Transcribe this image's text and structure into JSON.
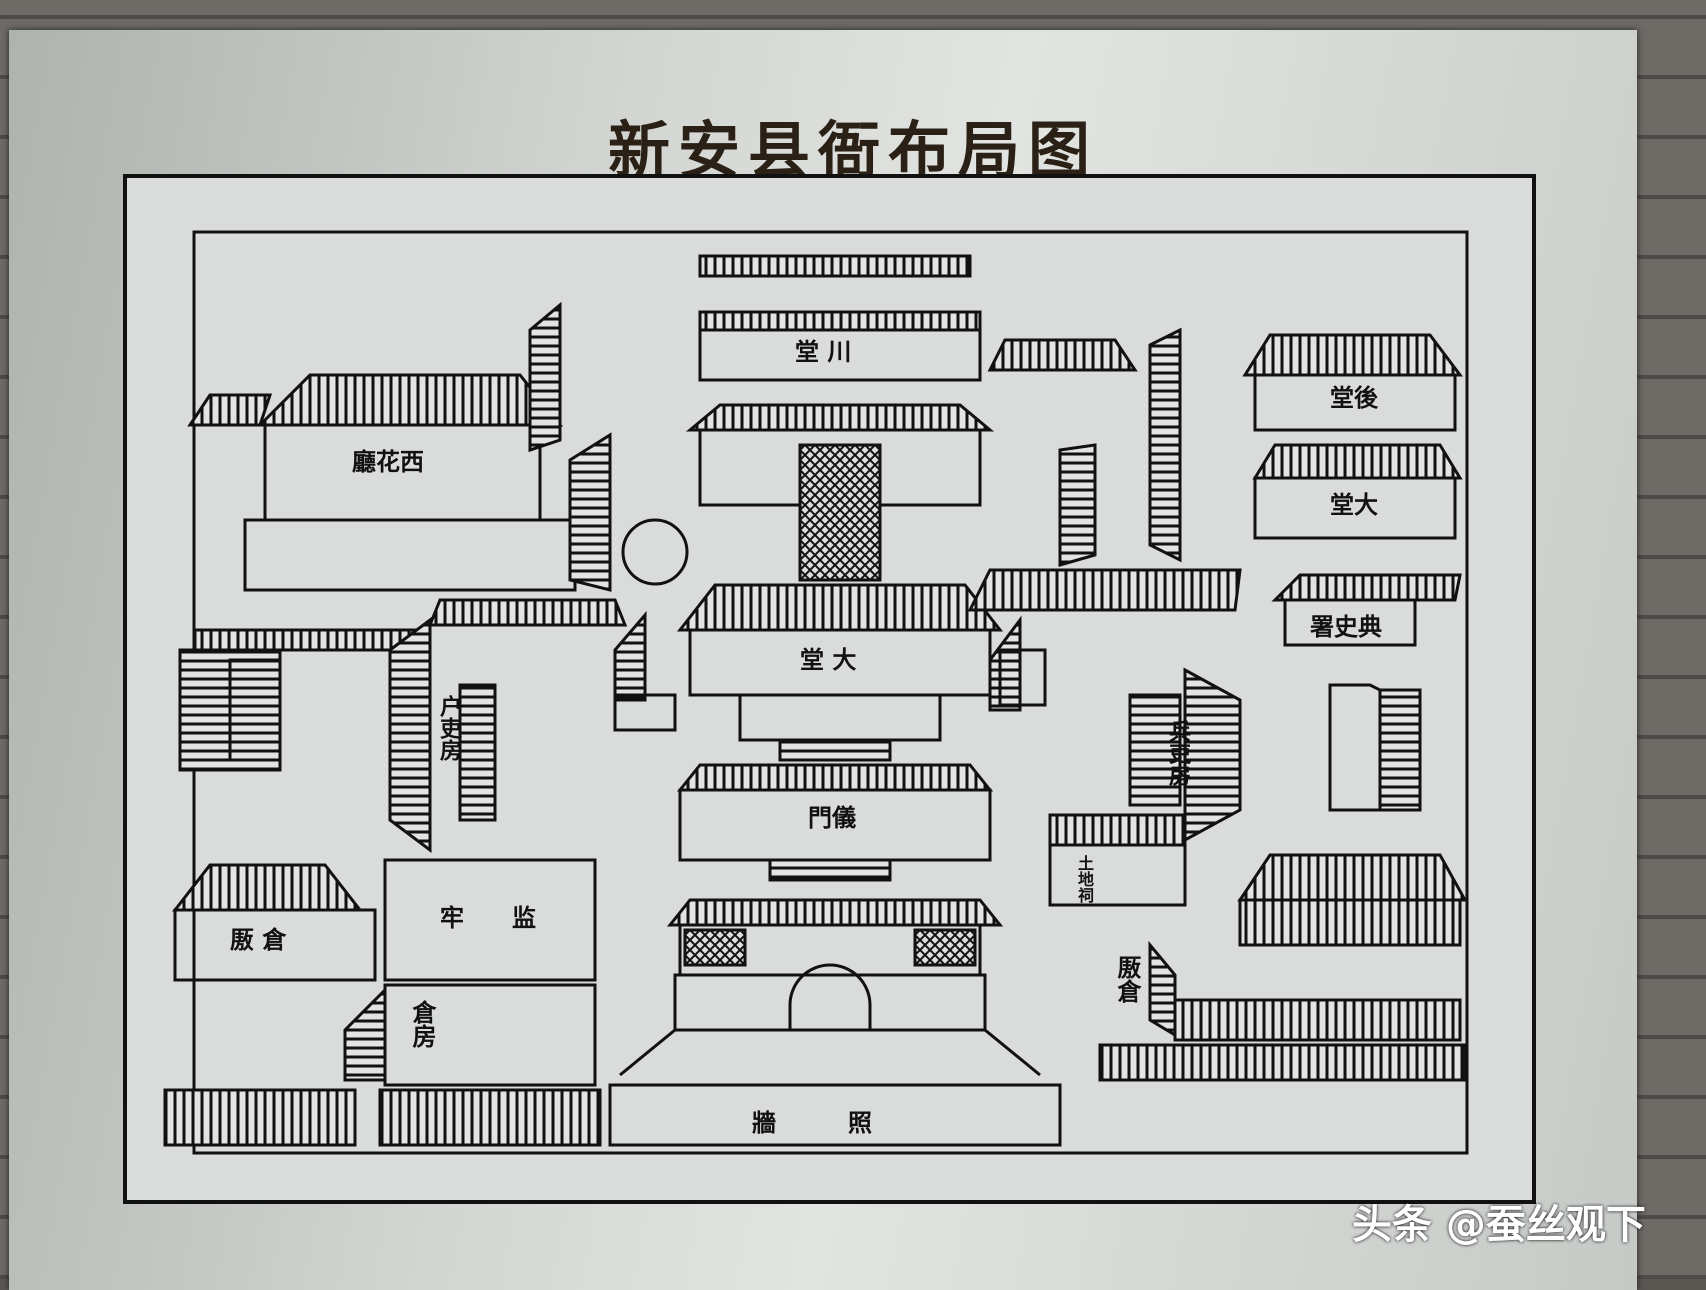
{
  "title": "新安县衙布局图",
  "labels": {
    "chuan_tang": "堂 川",
    "hou_tang": "堂後",
    "da_tang_right": "堂大",
    "dian_shi_shu": "署史典",
    "xi_hua_ting": "廳花西",
    "da_tang_center": "堂 大",
    "yi_men": "門儀",
    "jian_lao": "牢　　监",
    "cang_ao_left": "厫 倉",
    "cang_fang": "倉房",
    "zhao_qiang": "牆　　　照",
    "li_fang_left": "户吏房",
    "li_fang_right": "兵吏房",
    "tu_di_ci": "土地祠",
    "cang_ao_right": "厫倉"
  },
  "watermark": "头条 @蚕丝观下"
}
